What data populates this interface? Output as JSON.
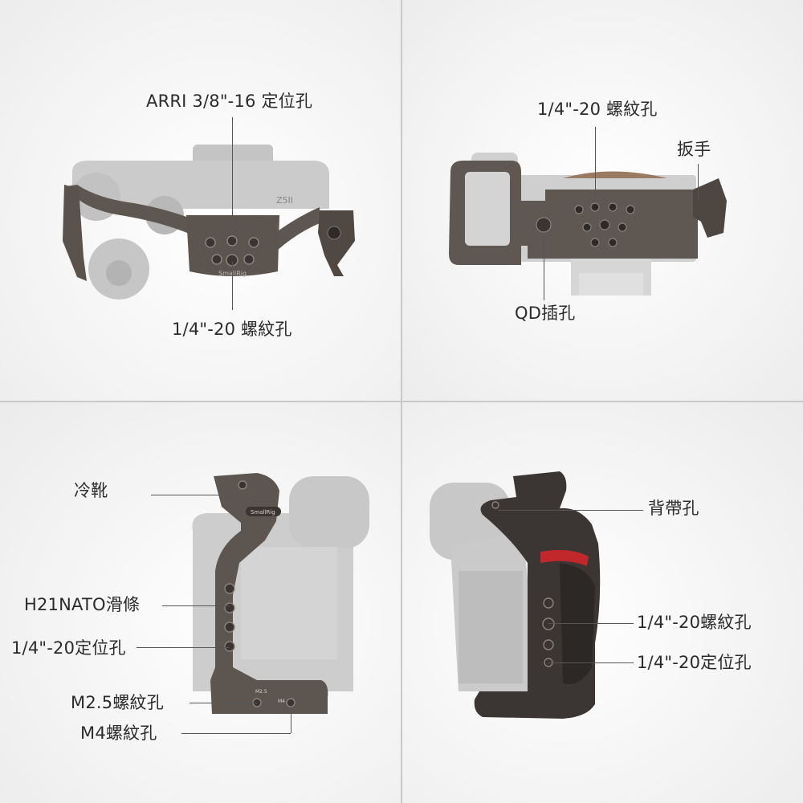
{
  "panels": {
    "top_left": {
      "arri_label": "ARRI 3/8\"-16 定位孔",
      "thread_label": "1/4\"-20 螺紋孔",
      "cage_logo_text": "SmallRig",
      "camera_badge": "Z5II"
    },
    "top_right": {
      "thread_label": "1/4\"-20 螺紋孔",
      "wrench_label": "扳手",
      "qd_label": "QD插孔"
    },
    "bottom_left": {
      "cold_shoe_label": "冷靴",
      "nato_label": "H21NATO滑條",
      "locating_label": "1/4\"-20定位孔",
      "m25_label": "M2.5螺紋孔",
      "m4_label": "M4螺紋孔",
      "brand_text": "SmallRig",
      "m25_marking": "M2.5",
      "m4_marking": "M4"
    },
    "bottom_right": {
      "strap_label": "背帶孔",
      "thread_label": "1/4\"-20螺紋孔",
      "locating_label": "1/4\"-20定位孔"
    }
  },
  "colors": {
    "cage_metal": "#5e5650",
    "camera_gray": "#bdbdbd",
    "grip_red": "#c0282c",
    "leader_line": "#555555"
  }
}
